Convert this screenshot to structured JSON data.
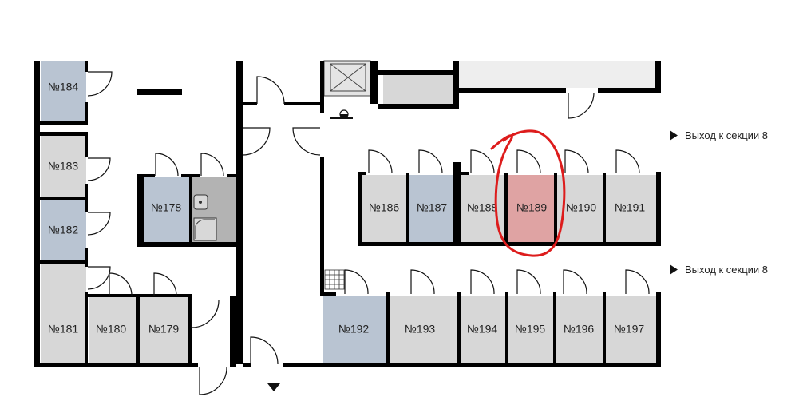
{
  "colors": {
    "storage_gray": "#d7d7d7",
    "storage_blue": "#b9c4d2",
    "storage_selected": "#dfa3a3",
    "bathroom_gray": "#b3b3b3",
    "highlight_circle": "#dd1c1c",
    "wall": "#000000"
  },
  "rooms": [
    {
      "id": "184",
      "label": "№184",
      "status": "blue"
    },
    {
      "id": "183",
      "label": "№183",
      "status": "gray"
    },
    {
      "id": "182",
      "label": "№182",
      "status": "blue"
    },
    {
      "id": "181",
      "label": "№181",
      "status": "gray"
    },
    {
      "id": "180",
      "label": "№180",
      "status": "gray"
    },
    {
      "id": "179",
      "label": "№179",
      "status": "gray"
    },
    {
      "id": "178",
      "label": "№178",
      "status": "blue"
    },
    {
      "id": "186",
      "label": "№186",
      "status": "gray"
    },
    {
      "id": "187",
      "label": "№187",
      "status": "blue"
    },
    {
      "id": "188",
      "label": "№188",
      "status": "gray"
    },
    {
      "id": "189",
      "label": "№189",
      "status": "selected"
    },
    {
      "id": "190",
      "label": "№190",
      "status": "gray"
    },
    {
      "id": "191",
      "label": "№191",
      "status": "gray"
    },
    {
      "id": "192",
      "label": "№192",
      "status": "blue"
    },
    {
      "id": "193",
      "label": "№193",
      "status": "gray"
    },
    {
      "id": "194",
      "label": "№194",
      "status": "gray"
    },
    {
      "id": "195",
      "label": "№195",
      "status": "gray"
    },
    {
      "id": "196",
      "label": "№196",
      "status": "gray"
    },
    {
      "id": "197",
      "label": "№197",
      "status": "gray"
    }
  ],
  "exits": [
    {
      "label": "Выход к секции 8"
    },
    {
      "label": "Выход к секции 8"
    }
  ]
}
